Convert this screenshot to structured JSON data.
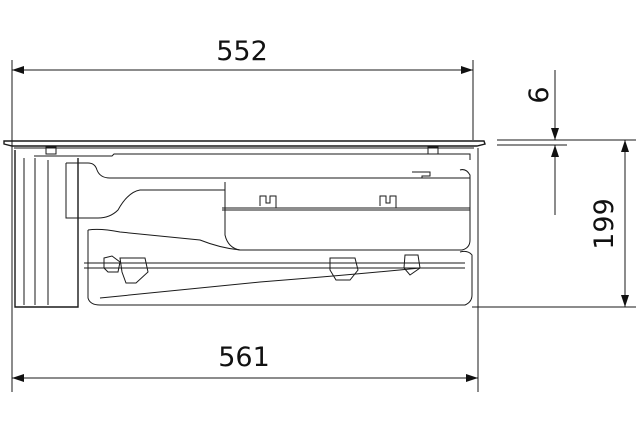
{
  "drawing": {
    "dimensions": {
      "top_width": "552",
      "bottom_width": "561",
      "plate_thickness": "6",
      "height": "199"
    },
    "unit_hint": "mm"
  }
}
